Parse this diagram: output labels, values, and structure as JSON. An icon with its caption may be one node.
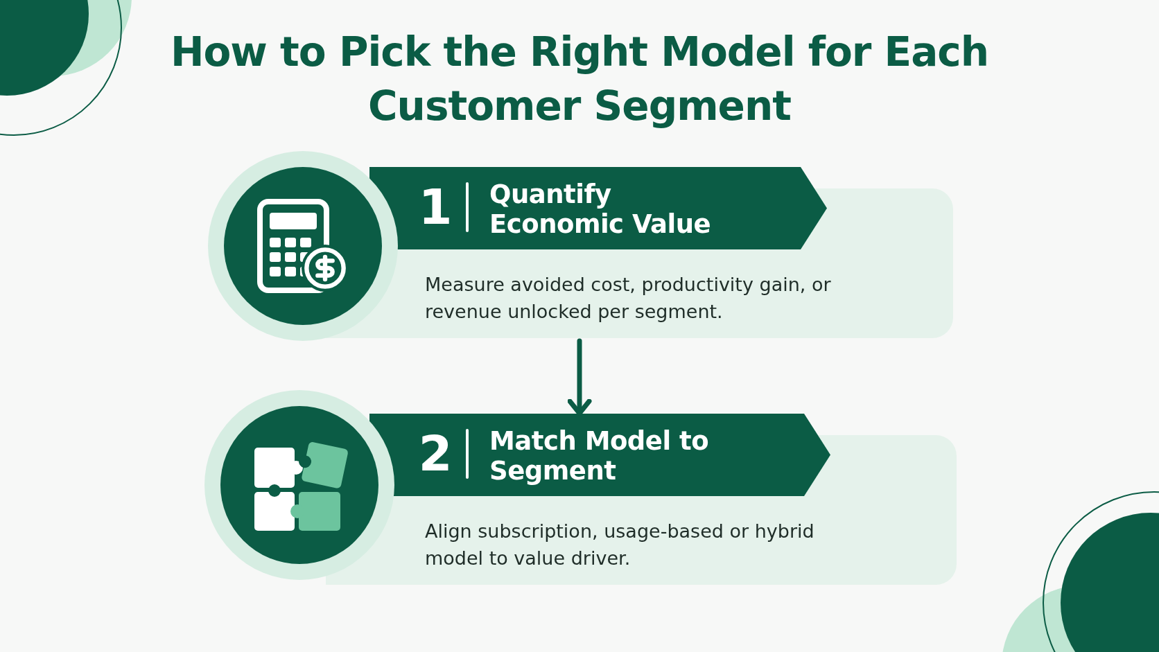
{
  "diagram": {
    "title": "How to Pick the Right Model for Each Customer Segment",
    "nodes": [
      {
        "text": [
          "1",
          "Quantify Economic Value",
          "Measure avoided cost, productivity gain, or revenue unlocked per segment."
        ]
      },
      {
        "text": [
          "2",
          "Match Model to Segment",
          "Align subscription, usage-based or hybrid model to value driver."
        ]
      }
    ],
    "edges": [
      {
        "from": 0,
        "to": 1,
        "arrow": "to"
      }
    ]
  }
}
